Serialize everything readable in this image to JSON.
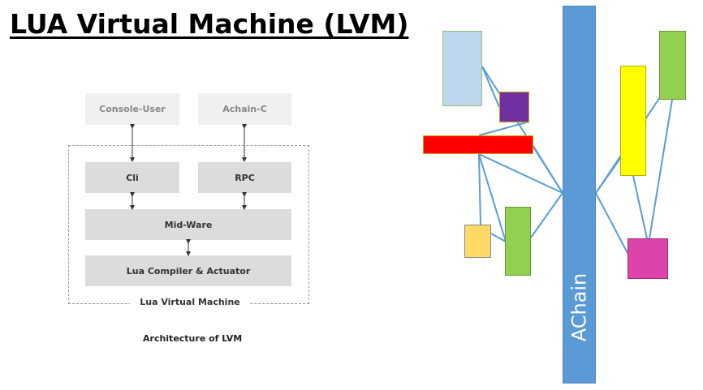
{
  "title": "LUA Virtual Machine (LVM)",
  "architecture": {
    "console_user": "Console-User",
    "achain_c": "Achain-C",
    "cli": "Cli",
    "rpc": "RPC",
    "mid_ware": "Mid-Ware",
    "lua_compiler": "Lua Compiler & Actuator",
    "frame_label": "Lua Virtual Machine",
    "caption": "Architecture of LVM"
  },
  "network": {
    "chain_label": "AChain",
    "colors": {
      "chain": "#5b9bd5",
      "link": "#5b9bd5",
      "light_blue": "#bdd7ee",
      "purple": "#7030a0",
      "red": "#ff0000",
      "gold": "#ffd966",
      "green": "#92d050",
      "yellow": "#ffff00",
      "magenta": "#dd44aa"
    }
  }
}
